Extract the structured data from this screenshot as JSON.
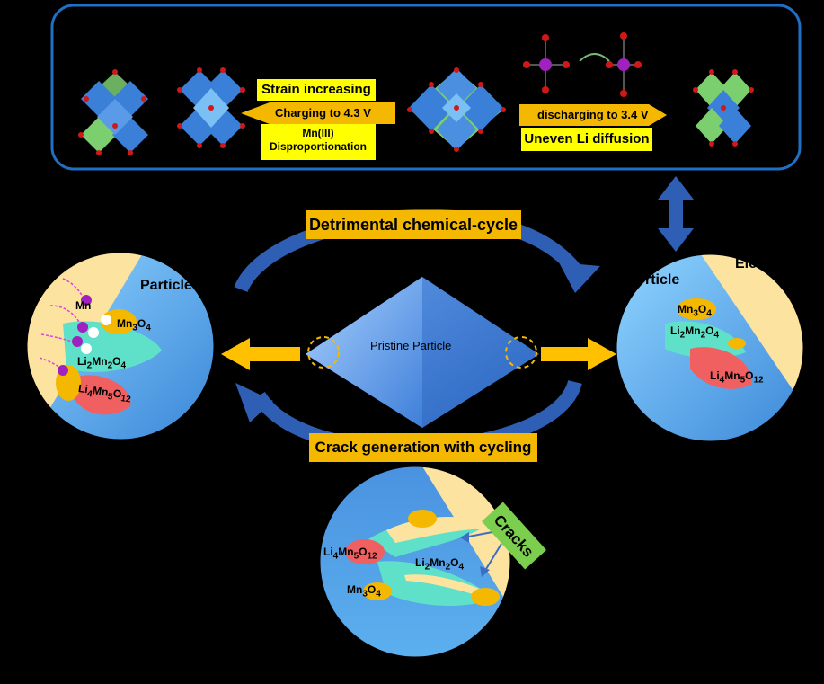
{
  "top_panel": {
    "strain_label": "Strain increasing",
    "charging_label": "Charging to 4.3 V",
    "mn3_label": "Mn(III)",
    "disproportionation_label": "Disproportionation",
    "discharging_label": "discharging to 3.4 V",
    "uneven_label": "Uneven Li diffusion"
  },
  "cycle": {
    "detrimental_label": "Detrimental chemical-cycle",
    "crack_cycle_label": "Crack generation with cycling",
    "center_label": "Pristine Particle"
  },
  "left_circle": {
    "particle_label": "Particle",
    "mn_label": "Mn",
    "mn3o4": {
      "main": "Mn",
      "sub1": "3",
      "mid": "O",
      "sub2": "4"
    },
    "li2mn2o4": {
      "main": "Li",
      "sub1": "2",
      "mid": "Mn",
      "sub2": "2",
      "end": "O",
      "sub3": "4"
    },
    "li4mn5o12": {
      "main": "Li",
      "sub1": "4",
      "mid": "Mn",
      "sub2": "5",
      "end": "O",
      "sub3": "12"
    }
  },
  "right_circle": {
    "particle_label": "rticle",
    "electrolyte_label": "Elect",
    "mn3o4": {
      "main": "Mn",
      "sub1": "3",
      "mid": "O",
      "sub2": "4"
    },
    "li2mn2o4": {
      "main": "Li",
      "sub1": "2",
      "mid": "Mn",
      "sub2": "2",
      "end": "O",
      "sub3": "4"
    },
    "li4mn5o12": {
      "main": "Li",
      "sub1": "4",
      "mid": "Mn",
      "sub2": "5",
      "end": "O",
      "sub3": "12"
    }
  },
  "bottom_circle": {
    "cracks_label": "Cracks",
    "li4mn5o12": {
      "main": "Li",
      "sub1": "4",
      "mid": "Mn",
      "sub2": "5",
      "end": "O",
      "sub3": "12"
    },
    "li2mn2o4": {
      "main": "Li",
      "sub1": "2",
      "mid": "Mn",
      "sub2": "2",
      "end": "O",
      "sub3": "4"
    },
    "mn3o4": {
      "main": "Mn",
      "sub1": "3",
      "mid": "O",
      "sub2": "4"
    }
  },
  "colors": {
    "background": "#000000",
    "panel_border": "#1f6fc4",
    "label_yellow": "#ffff00",
    "label_orange": "#f5b800",
    "arrow_orange": "#ffc000",
    "arrow_blue": "#2f5fb5",
    "particle_blue": "#4a90e0",
    "electrolyte": "#fde3a0",
    "li2mn2o4_phase": "#5fe0c8",
    "li4mn5o12_phase": "#f06060",
    "mn3o4_phase": "#f5b800",
    "octahedra_blue": "#3a7fd8",
    "octahedra_green": "#7ccf6e",
    "oxygen_red": "#d01818",
    "mn_purple": "#a020c0"
  }
}
